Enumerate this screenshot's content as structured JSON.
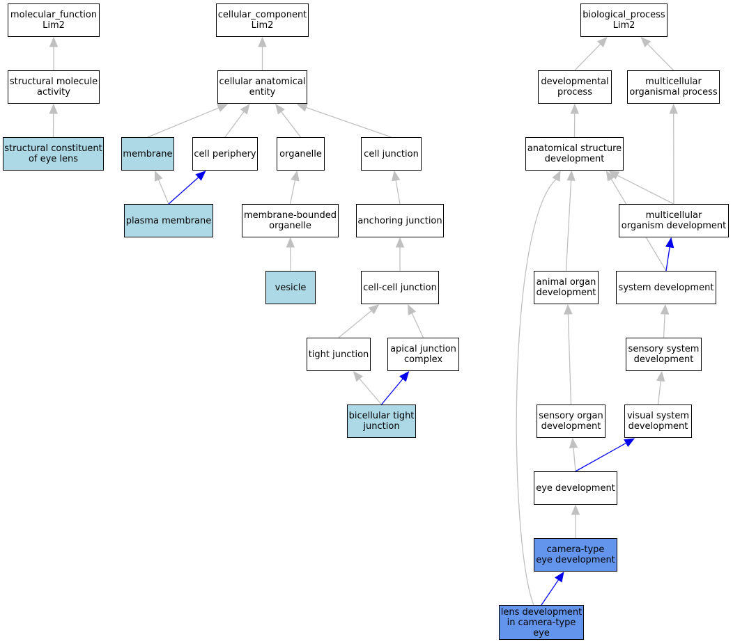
{
  "colors": {
    "edge_default": "#c0c0c0",
    "edge_highlight": "#0000ee",
    "node_white": "#ffffff",
    "node_light": "#add8e6",
    "node_blue": "#6495ed"
  },
  "nodes": [
    {
      "id": "mf",
      "label": "molecular_function\nLim2",
      "style": "white"
    },
    {
      "id": "sma",
      "label": "structural molecule\nactivity",
      "style": "white"
    },
    {
      "id": "scel",
      "label": "structural constituent\nof eye lens",
      "style": "light"
    },
    {
      "id": "cc",
      "label": "cellular_component\nLim2",
      "style": "white"
    },
    {
      "id": "cae",
      "label": "cellular anatomical\nentity",
      "style": "white"
    },
    {
      "id": "membrane",
      "label": "membrane",
      "style": "light"
    },
    {
      "id": "cellperiph",
      "label": "cell periphery",
      "style": "white"
    },
    {
      "id": "organelle",
      "label": "organelle",
      "style": "white"
    },
    {
      "id": "celljunction",
      "label": "cell junction",
      "style": "white"
    },
    {
      "id": "plasmamembrane",
      "label": "plasma membrane",
      "style": "light"
    },
    {
      "id": "mbo",
      "label": "membrane-bounded\norganelle",
      "style": "white"
    },
    {
      "id": "anchoring",
      "label": "anchoring junction",
      "style": "white"
    },
    {
      "id": "vesicle",
      "label": "vesicle",
      "style": "light"
    },
    {
      "id": "ccj",
      "label": "cell-cell junction",
      "style": "white"
    },
    {
      "id": "tight",
      "label": "tight junction",
      "style": "white"
    },
    {
      "id": "apical",
      "label": "apical junction\ncomplex",
      "style": "white"
    },
    {
      "id": "bicell",
      "label": "bicellular tight\njunction",
      "style": "light"
    },
    {
      "id": "bp",
      "label": "biological_process\nLim2",
      "style": "white"
    },
    {
      "id": "devproc",
      "label": "developmental\nprocess",
      "style": "white"
    },
    {
      "id": "multiproc",
      "label": "multicellular\norganismal process",
      "style": "white"
    },
    {
      "id": "asd",
      "label": "anatomical structure\ndevelopment",
      "style": "white"
    },
    {
      "id": "mod",
      "label": "multicellular\norganism development",
      "style": "white"
    },
    {
      "id": "aod",
      "label": "animal organ\ndevelopment",
      "style": "white"
    },
    {
      "id": "sysdev",
      "label": "system development",
      "style": "white"
    },
    {
      "id": "ssd",
      "label": "sensory system\ndevelopment",
      "style": "white"
    },
    {
      "id": "sod",
      "label": "sensory organ\ndevelopment",
      "style": "white"
    },
    {
      "id": "vsd",
      "label": "visual system\ndevelopment",
      "style": "white"
    },
    {
      "id": "eyedev",
      "label": "eye development",
      "style": "white"
    },
    {
      "id": "cted",
      "label": "camera-type\neye development",
      "style": "blue"
    },
    {
      "id": "lens",
      "label": "lens development\nin camera-type\neye",
      "style": "blue"
    }
  ],
  "edges": [
    {
      "from": "sma",
      "to": "mf",
      "highlight": false
    },
    {
      "from": "scel",
      "to": "sma",
      "highlight": false
    },
    {
      "from": "cae",
      "to": "cc",
      "highlight": false
    },
    {
      "from": "membrane",
      "to": "cae",
      "highlight": false
    },
    {
      "from": "cellperiph",
      "to": "cae",
      "highlight": false
    },
    {
      "from": "organelle",
      "to": "cae",
      "highlight": false
    },
    {
      "from": "celljunction",
      "to": "cae",
      "highlight": false
    },
    {
      "from": "plasmamembrane",
      "to": "membrane",
      "highlight": false
    },
    {
      "from": "plasmamembrane",
      "to": "cellperiph",
      "highlight": true
    },
    {
      "from": "mbo",
      "to": "organelle",
      "highlight": false
    },
    {
      "from": "vesicle",
      "to": "mbo",
      "highlight": false
    },
    {
      "from": "anchoring",
      "to": "celljunction",
      "highlight": false
    },
    {
      "from": "ccj",
      "to": "anchoring",
      "highlight": false
    },
    {
      "from": "tight",
      "to": "ccj",
      "highlight": false
    },
    {
      "from": "apical",
      "to": "ccj",
      "highlight": false
    },
    {
      "from": "bicell",
      "to": "tight",
      "highlight": false
    },
    {
      "from": "bicell",
      "to": "apical",
      "highlight": true
    },
    {
      "from": "devproc",
      "to": "bp",
      "highlight": false
    },
    {
      "from": "multiproc",
      "to": "bp",
      "highlight": false
    },
    {
      "from": "asd",
      "to": "devproc",
      "highlight": false
    },
    {
      "from": "mod",
      "to": "asd",
      "highlight": false
    },
    {
      "from": "mod",
      "to": "multiproc",
      "highlight": false
    },
    {
      "from": "aod",
      "to": "asd",
      "highlight": false
    },
    {
      "from": "sysdev",
      "to": "asd",
      "highlight": false
    },
    {
      "from": "sysdev",
      "to": "mod",
      "highlight": true
    },
    {
      "from": "ssd",
      "to": "sysdev",
      "highlight": false
    },
    {
      "from": "sod",
      "to": "aod",
      "highlight": false
    },
    {
      "from": "vsd",
      "to": "ssd",
      "highlight": false
    },
    {
      "from": "eyedev",
      "to": "sod",
      "highlight": false
    },
    {
      "from": "eyedev",
      "to": "vsd",
      "highlight": true
    },
    {
      "from": "cted",
      "to": "eyedev",
      "highlight": false
    },
    {
      "from": "lens",
      "to": "cted",
      "highlight": true
    },
    {
      "from": "lens",
      "to": "asd",
      "highlight": false
    }
  ]
}
